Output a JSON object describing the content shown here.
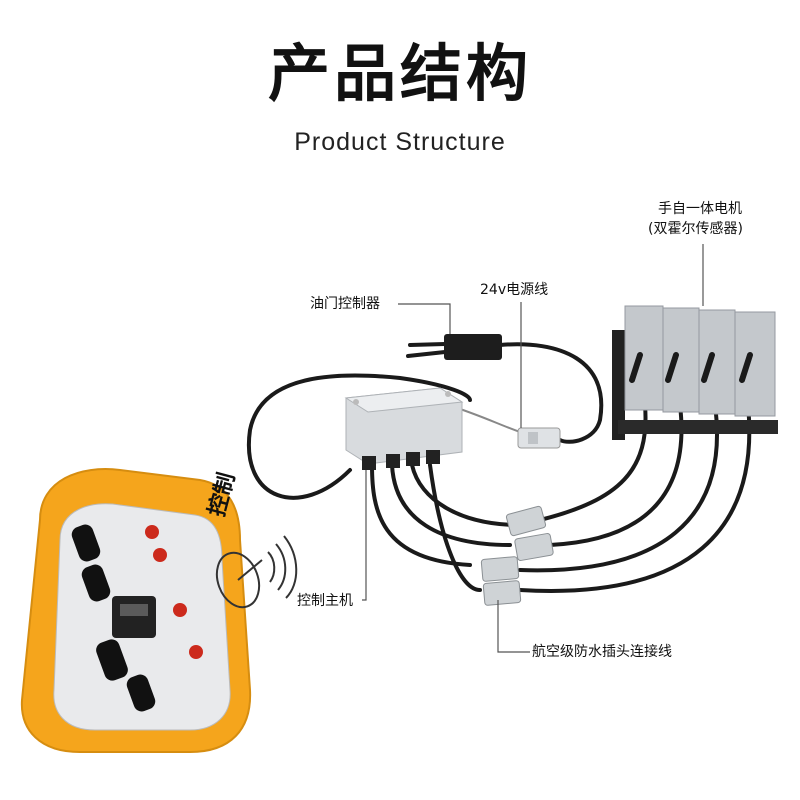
{
  "header": {
    "title": "产品结构",
    "subtitle": "Product Structure"
  },
  "labels": {
    "motor_line1": "手自一体电机",
    "motor_line2": "(双霍尔传感器)",
    "power_cable": "24v电源线",
    "throttle": "油门控制器",
    "main_unit": "控制主机",
    "connectors": "航空级防水插头连接线",
    "wireless": "控制"
  },
  "colors": {
    "remote_body": "#f5a51c",
    "remote_panel": "#d9d9d9",
    "cable": "#1a1a1a",
    "box": "#e6e8ea",
    "motor": "#c9ccd0",
    "leader_line": "#555555"
  },
  "icons": {
    "wireless": "wireless-signal-icon"
  }
}
